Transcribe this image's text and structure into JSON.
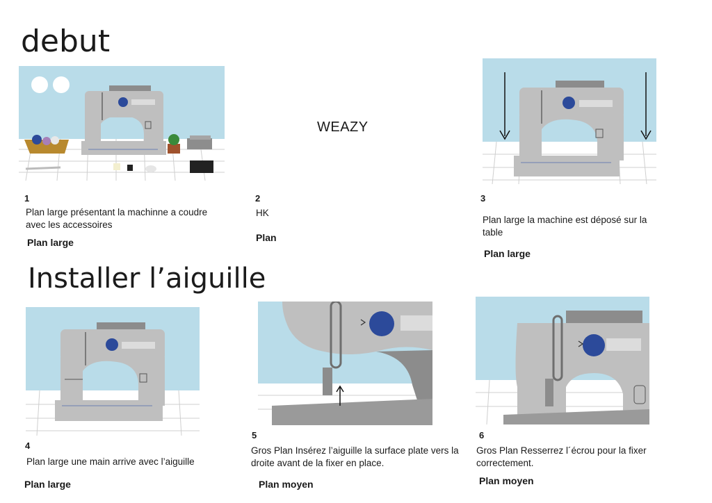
{
  "sections": [
    {
      "title": "debut"
    },
    {
      "title": "Installer l’aiguille"
    }
  ],
  "logo": "WEAZY",
  "panels": [
    {
      "number": "1",
      "description": "Plan large présentant la machinne a coudre avec les accessoires",
      "shot": "Plan large"
    },
    {
      "number": "2",
      "description": "HK",
      "shot": "Plan"
    },
    {
      "number": "3",
      "description": "Plan large la machine est déposé sur la table",
      "shot": "Plan large"
    },
    {
      "number": "4",
      "description": "Plan large une main arrive avec l’aiguille",
      "shot": "Plan large"
    },
    {
      "number": "5",
      "description": "Gros Plan Insérez l’aiguille la surface plate vers la droite avant de la fixer en place.",
      "shot": "Plan moyen"
    },
    {
      "number": "6",
      "description": "Gros Plan Resserrez l´écrou pour la fixer correctement.",
      "shot": "Plan moyen"
    }
  ],
  "colors": {
    "sky": "#b9dce9",
    "machine": "#bfbfbf",
    "machine_dark": "#8c8c8c",
    "dial": "#2c4a9a"
  }
}
